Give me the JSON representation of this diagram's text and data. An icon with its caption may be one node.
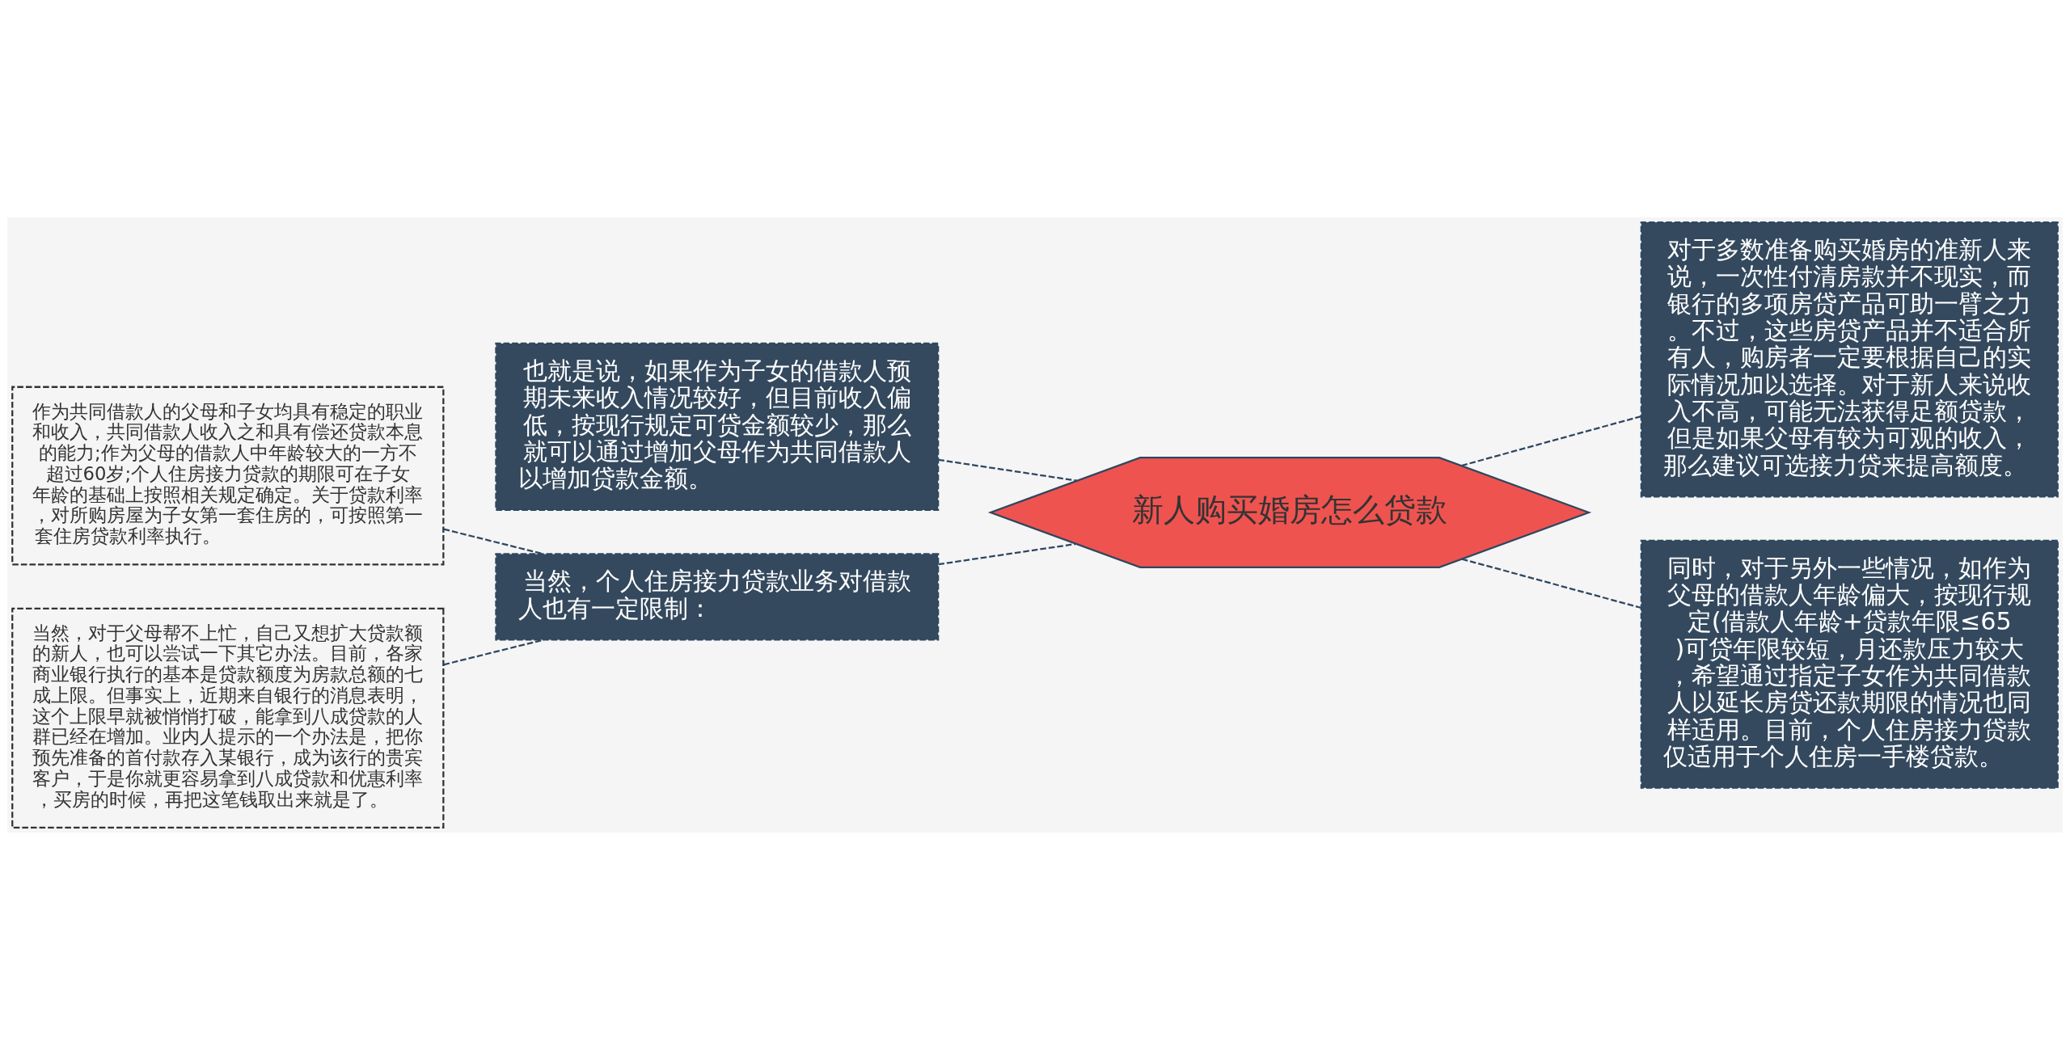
{
  "diagram": {
    "nodes": [
      {
        "text": [
          "新人购买婚房怎么贷款"
        ]
      },
      {
        "text": [
          "也就是说，如果作为子女的借款人预期未来收入情况较好，但目前收入偏低，按现行规定可贷金额较少，那么就可以通过增加父母作为共同借款人以增加贷款金额。"
        ]
      },
      {
        "text": [
          "当然，个人住房接力贷款业务对借款人也有一定限制："
        ]
      },
      {
        "text": [
          "作为共同借款人的父母和子女均具有稳定的职业和收入，共同借款人收入之和具有偿还贷款本息的能力;作为父母的借款人中年龄较大的一方不超过60岁;个人住房接力贷款的期限可在子女年龄的基础上按照相关规定确定。关于贷款利率，对所购房屋为子女第一套住房的，可按照第一套住房贷款利率执行。"
        ]
      },
      {
        "text": [
          "当然，对于父母帮不上忙，自己又想扩大贷款额的新人，也可以尝试一下其它办法。目前，各家商业银行执行的基本是贷款额度为房款总额的七成上限。但事实上，近期来自银行的消息表明，这个上限早就被悄悄打破，能拿到八成贷款的人群已经在增加。业内人提示的一个办法是，把你预先准备的首付款存入某银行，成为该行的贵宾客户，于是你就更容易拿到八成贷款和优惠利率，买房的时候，再把这笔钱取出来就是了。"
        ]
      },
      {
        "text": [
          "对于多数准备购买婚房的准新人来说，一次性付清房款并不现实，而银行的多项房贷产品可助一臂之力。不过，这些房贷产品并不适合所有人，购房者一定要根据自己的实际情况加以选择。对于新人来说收入不高，可能无法获得足额贷款，但是如果父母有较为可观的收入，那么建议可选接力贷来提高额度。"
        ]
      },
      {
        "text": [
          "同时，对于另外一些情况，如作为父母的借款人年龄偏大，按现行规定(借款人年龄+贷款年限≤65)可贷年限较短，月还款压力较大，希望通过指定子女作为共同借款人以延长房贷还款期限的情况也同样适用。目前，个人住房接力贷款仅适用于个人住房一手楼贷款。"
        ]
      }
    ],
    "edges": [
      {
        "from": 1,
        "to": 0,
        "arrow": "none",
        "style": "dashed"
      },
      {
        "from": 2,
        "to": 0,
        "arrow": "none",
        "style": "dashed"
      },
      {
        "from": 3,
        "to": 2,
        "arrow": "none",
        "style": "dashed"
      },
      {
        "from": 4,
        "to": 2,
        "arrow": "none",
        "style": "dashed"
      },
      {
        "from": 0,
        "to": 5,
        "arrow": "none",
        "style": "dashed"
      },
      {
        "from": 0,
        "to": 6,
        "arrow": "none",
        "style": "dashed"
      }
    ]
  }
}
